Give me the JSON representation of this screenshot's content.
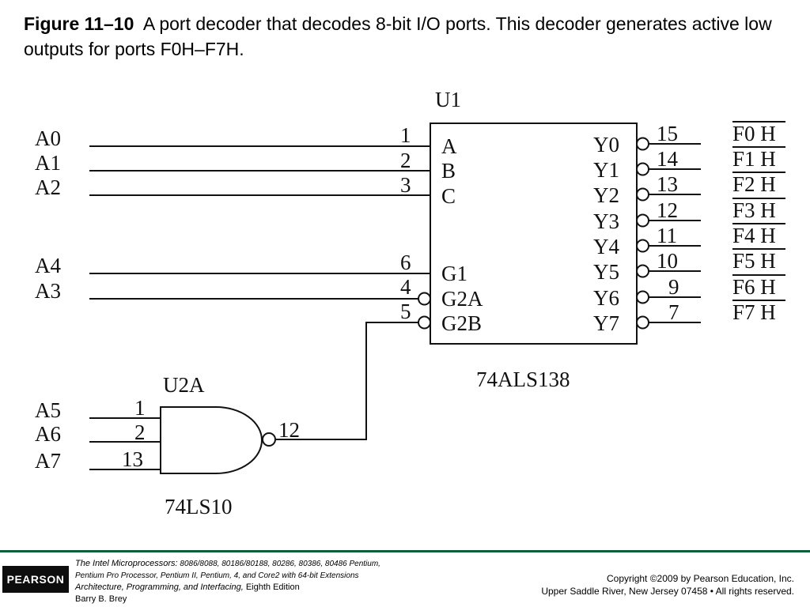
{
  "caption": {
    "figure_label": "Figure 11–10",
    "text": "A port decoder that decodes 8-bit I/O ports. This decoder generates active low outputs for ports F0H–F7H."
  },
  "decoder": {
    "ref": "U1",
    "part": "74ALS138",
    "inputs": [
      {
        "signal": "A0",
        "pin": "1",
        "name": "A"
      },
      {
        "signal": "A1",
        "pin": "2",
        "name": "B"
      },
      {
        "signal": "A2",
        "pin": "3",
        "name": "C"
      },
      {
        "signal": "A4",
        "pin": "6",
        "name": "G1"
      },
      {
        "signal": "A3",
        "pin": "4",
        "name": "G2A"
      },
      {
        "signal": "",
        "pin": "5",
        "name": "G2B"
      }
    ],
    "outputs": [
      {
        "name": "Y0",
        "pin": "15",
        "port": "F0 H"
      },
      {
        "name": "Y1",
        "pin": "14",
        "port": "F1 H"
      },
      {
        "name": "Y2",
        "pin": "13",
        "port": "F2 H"
      },
      {
        "name": "Y3",
        "pin": "12",
        "port": "F3 H"
      },
      {
        "name": "Y4",
        "pin": "11",
        "port": "F4 H"
      },
      {
        "name": "Y5",
        "pin": "10",
        "port": "F5 H"
      },
      {
        "name": "Y6",
        "pin": "9",
        "port": "F6 H"
      },
      {
        "name": "Y7",
        "pin": "7",
        "port": "F7 H"
      }
    ]
  },
  "nand_gate": {
    "ref": "U2A",
    "part": "74LS10",
    "inputs": [
      {
        "signal": "A5",
        "pin": "1"
      },
      {
        "signal": "A6",
        "pin": "2"
      },
      {
        "signal": "A7",
        "pin": "13"
      }
    ],
    "output_pin": "12"
  },
  "footer": {
    "logo": "PEARSON",
    "book_title": "The Intel Microprocessors:",
    "book_line1_rest": " 8086/8088, 80186/80188, 80286, 80386, 80486 Pentium,",
    "book_line2": "Pentium Pro Processor, Pentium II, Pentium, 4, and Core2 with 64-bit Extensions",
    "book_line3": "Architecture, Programming, and Interfacing,",
    "book_edition": " Eighth Edition",
    "author": "Barry B. Brey",
    "copyright_line1": "Copyright ©2009 by Pearson Education, Inc.",
    "copyright_line2": "Upper Saddle River, New Jersey 07458 • All rights reserved."
  }
}
